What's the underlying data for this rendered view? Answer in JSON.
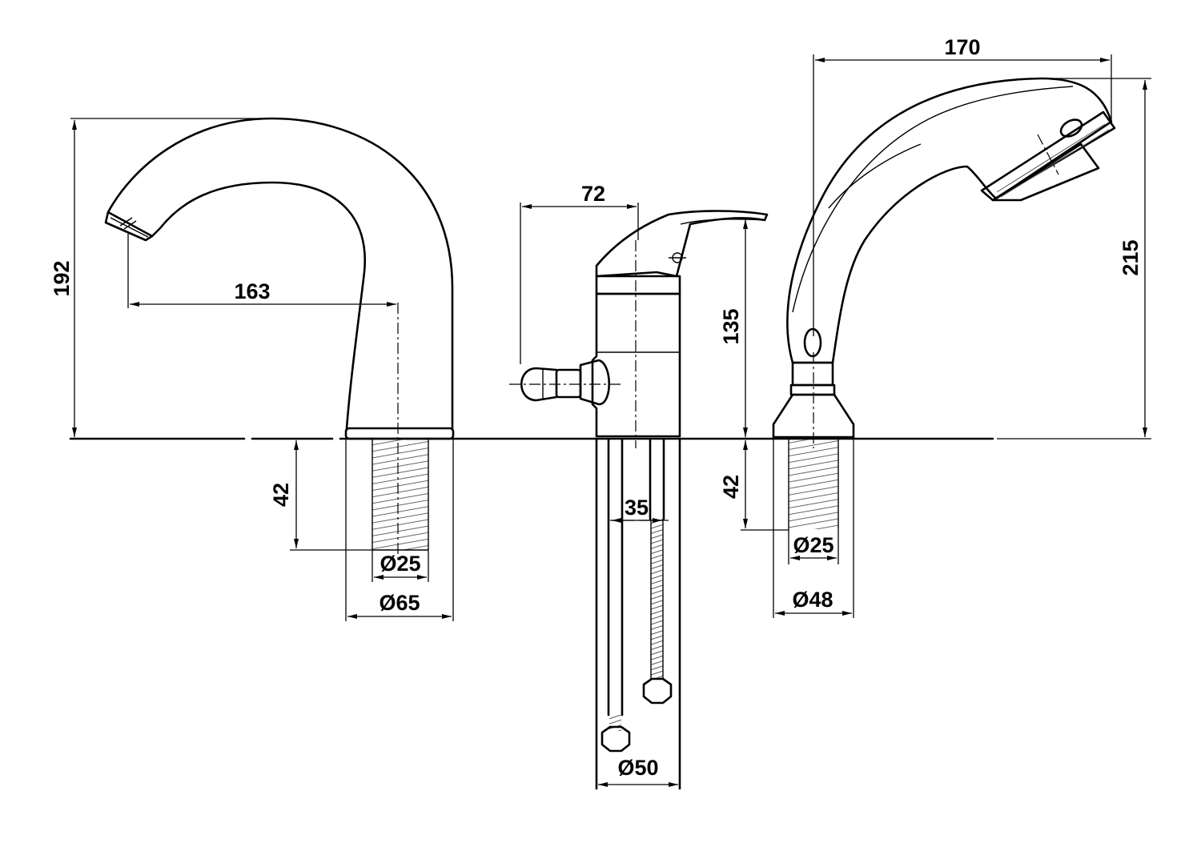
{
  "dimensions": {
    "spout_height": "192",
    "spout_reach": "163",
    "spout_shank_length": "42",
    "spout_thread_diameter": "Ø25",
    "spout_base_diameter": "Ø65",
    "mixer_width": "72",
    "mixer_height": "135",
    "mixer_hose_spacing": "35",
    "mixer_base_diameter": "Ø50",
    "shower_length": "170",
    "shower_height": "215",
    "shower_shank_length": "42",
    "shower_thread_diameter": "Ø25",
    "shower_base_diameter": "Ø48"
  }
}
